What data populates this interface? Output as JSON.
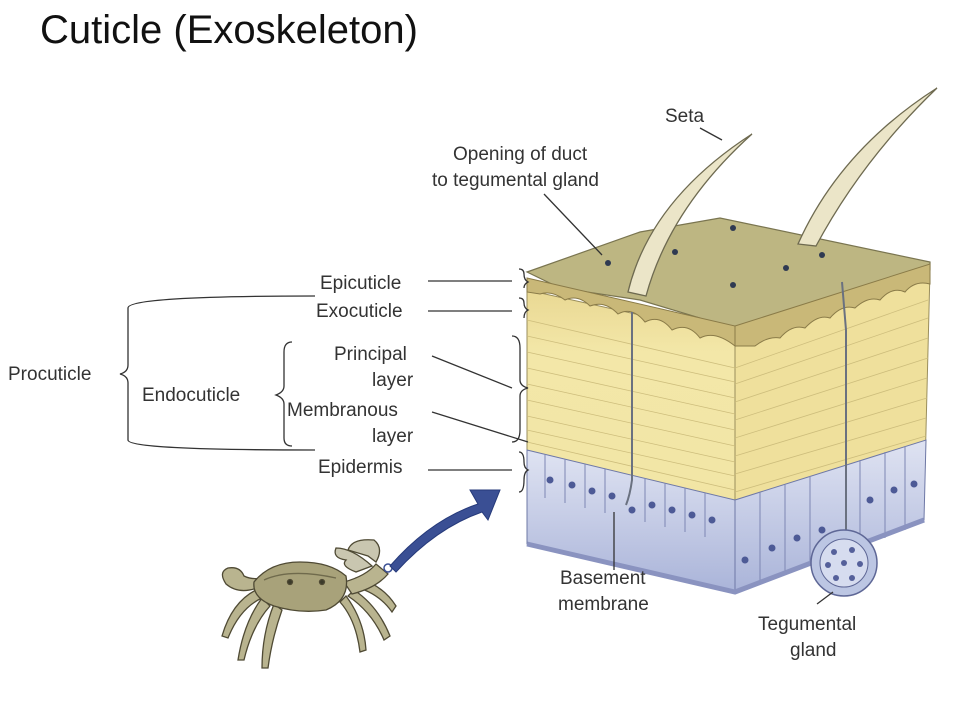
{
  "title": "Cuticle (Exoskeleton)",
  "labels": {
    "seta": "Seta",
    "duct_line1": "Opening of duct",
    "duct_line2": "to tegumental gland",
    "epicuticle": "Epicuticle",
    "exocuticle": "Exocuticle",
    "procuticle": "Procuticle",
    "endocuticle": "Endocuticle",
    "principal_line1": "Principal",
    "principal_line2": "layer",
    "membranous_line1": "Membranous",
    "membranous_line2": "layer",
    "epidermis": "Epidermis",
    "basement_line1": "Basement",
    "basement_line2": "membrane",
    "tegumental_line1": "Tegumental",
    "tegumental_line2": "gland"
  },
  "colors": {
    "epicuticle_top": "#bdb682",
    "exocuticle": "#c9b878",
    "principal_layer": "#f2e6a6",
    "membranous_layer": "#efe1a0",
    "epidermis": "#c3cbe6",
    "arrow": "#3a4f94",
    "label_text": "#333333"
  }
}
